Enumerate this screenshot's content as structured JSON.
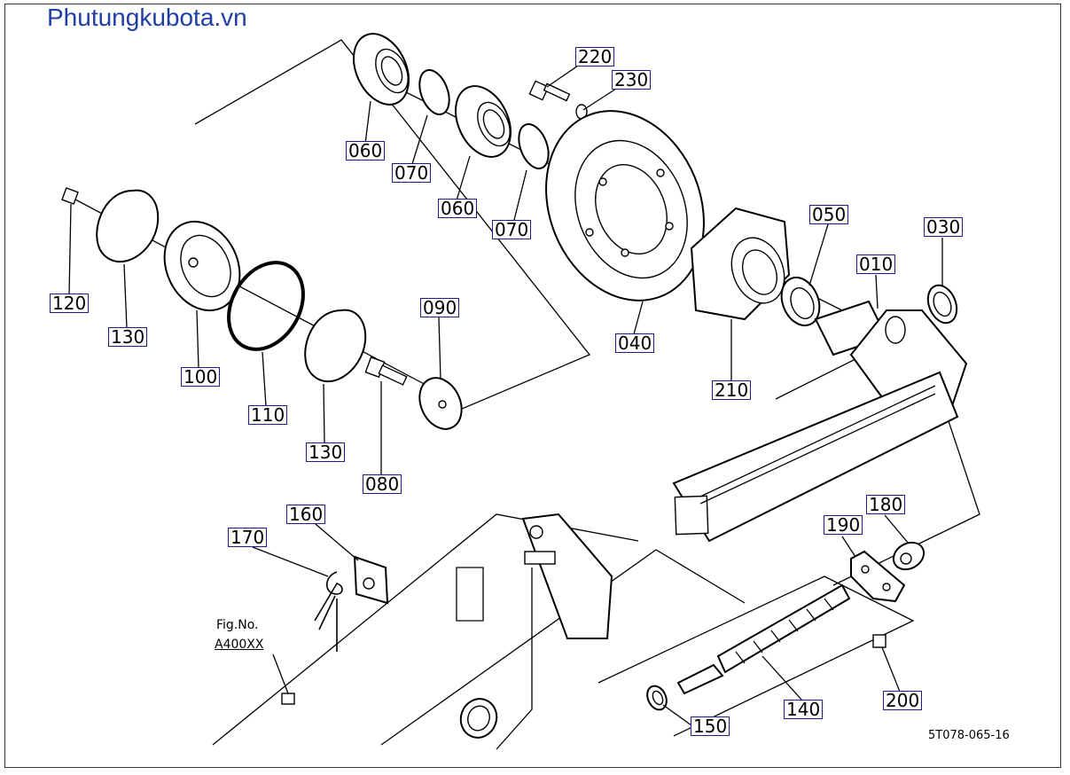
{
  "watermark": "Phutungkubota.vn",
  "drawing_code": "5T078-065-16",
  "figure_ref": {
    "line1": "Fig.No.",
    "line2": "A400XX"
  },
  "callouts": [
    "220",
    "230",
    "060",
    "070",
    "060",
    "070",
    "050",
    "030",
    "010",
    "040",
    "210",
    "120",
    "130",
    "100",
    "110",
    "130",
    "090",
    "080",
    "160",
    "170",
    "180",
    "190",
    "200",
    "140",
    "150"
  ],
  "colors": {
    "watermark": "#1f3fa6",
    "callout_border": "#1c1c8c",
    "line": "#000000"
  }
}
